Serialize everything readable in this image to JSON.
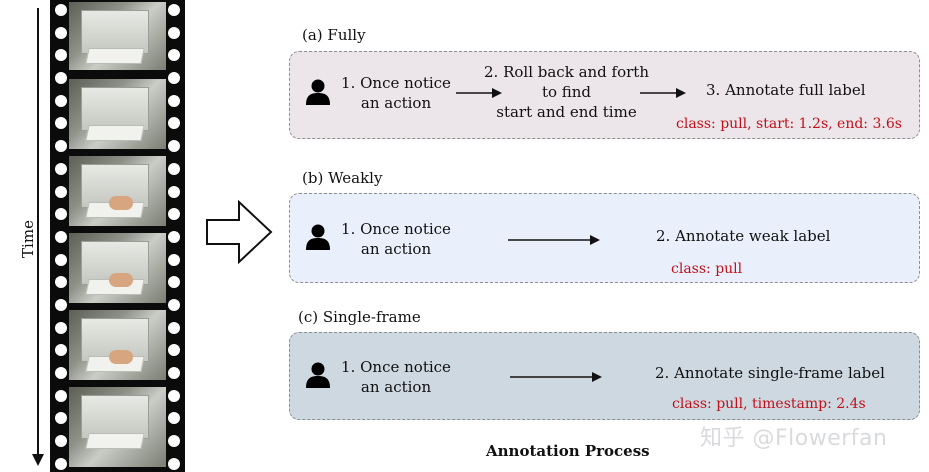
{
  "time_axis": {
    "label": "Time"
  },
  "panels": {
    "fully": {
      "title": "(a) Fully",
      "steps": [
        "1. Once notice",
        "an action",
        "2. Roll back and forth",
        "to find",
        "start and end time",
        "3. Annotate full label"
      ],
      "label": "class: pull, start: 1.2s, end: 3.6s",
      "bg": "#ece5ea"
    },
    "weakly": {
      "title": "(b) Weakly",
      "steps": [
        "1. Once notice",
        "an action",
        "2. Annotate weak label"
      ],
      "label": "class: pull",
      "bg": "#e9f0fb"
    },
    "single": {
      "title": "(c) Single-frame",
      "steps": [
        "1. Once notice",
        "an action",
        "2. Annotate single-frame label"
      ],
      "label": "class: pull, timestamp: 2.4s",
      "bg": "#ced8e0"
    }
  },
  "caption": "Annotation Process",
  "watermark": "知乎 @Flowerfan",
  "colors": {
    "label_red": "#c0111a",
    "panel_border": "#8e8e92"
  },
  "icons": [
    "person-icon",
    "right-arrow-icon",
    "hollow-arrow-icon",
    "down-arrow-icon"
  ]
}
